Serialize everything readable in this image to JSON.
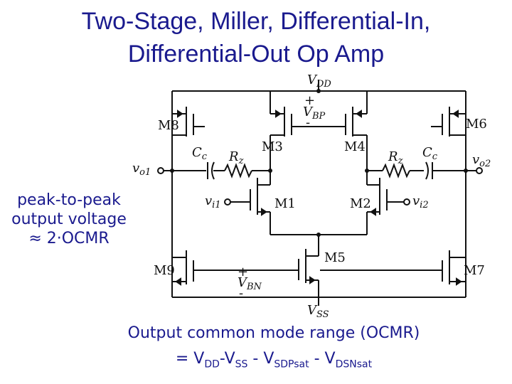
{
  "title": {
    "line1": "Two-Stage, Miller, Differential-In,",
    "line2": "Differential-Out Op Amp"
  },
  "note": {
    "line1": "peak-to-peak",
    "line2": "output voltage",
    "line3": "≈ 2·OCMR"
  },
  "ocmr": {
    "line1": "Output common mode range (OCMR)",
    "eq_prefix": "= V",
    "dd": "DD",
    "dash1": "-V",
    "ss": "SS",
    "dash2": " - V",
    "sdpsat": "SDPsat",
    "dash3": " - V",
    "dsnsat": "DSNsat"
  },
  "schematic": {
    "vdd": "V",
    "vdd_sub": "DD",
    "vss": "V",
    "vss_sub": "SS",
    "vbp": "V",
    "vbp_sub": "BP",
    "vbn": "V",
    "vbn_sub": "BN",
    "plus": "+",
    "minus": "-",
    "m1": "M1",
    "m2": "M2",
    "m3": "M3",
    "m4": "M4",
    "m5": "M5",
    "m6": "M6",
    "m7": "M7",
    "m8": "M8",
    "m9": "M9",
    "cc": "C",
    "cc_sub": "c",
    "rz": "R",
    "rz_sub": "z",
    "vo1": "v",
    "vo1_sub": "o1",
    "vo2": "v",
    "vo2_sub": "o2",
    "vi1": "v",
    "vi1_sub": "i1",
    "vi2": "v",
    "vi2_sub": "i2"
  }
}
